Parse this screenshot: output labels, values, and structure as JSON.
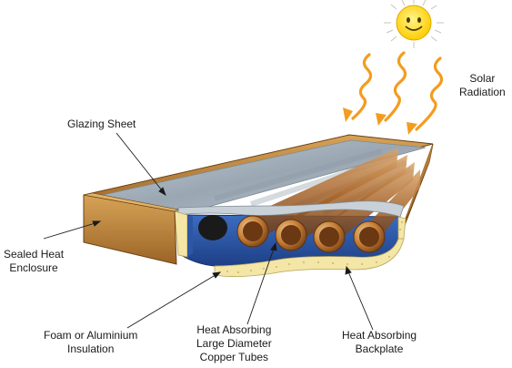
{
  "labels": {
    "solar_radiation": [
      "Solar",
      "Radiation"
    ],
    "glazing_sheet": "Glazing Sheet",
    "sealed_enclosure": [
      "Sealed Heat",
      "Enclosure"
    ],
    "insulation": [
      "Foam or Aluminium",
      "Insulation"
    ],
    "copper_tubes": [
      "Heat Absorbing",
      "Large Diameter",
      "Copper Tubes"
    ],
    "backplate": [
      "Heat Absorbing",
      "Backplate"
    ]
  },
  "icons": {
    "sun": "smiling-sun-icon",
    "radiation": "wavy-arrow-icon"
  },
  "colors": {
    "frame": "#c08a3e",
    "frame_dark": "#7a4e1a",
    "glazing": "#a9b7c4",
    "tube": "#c98a3f",
    "backplate": "#2d57a6",
    "insulation": "#f3e6a6",
    "arrow": "#f39c1f",
    "sun": "#ffd21f"
  }
}
